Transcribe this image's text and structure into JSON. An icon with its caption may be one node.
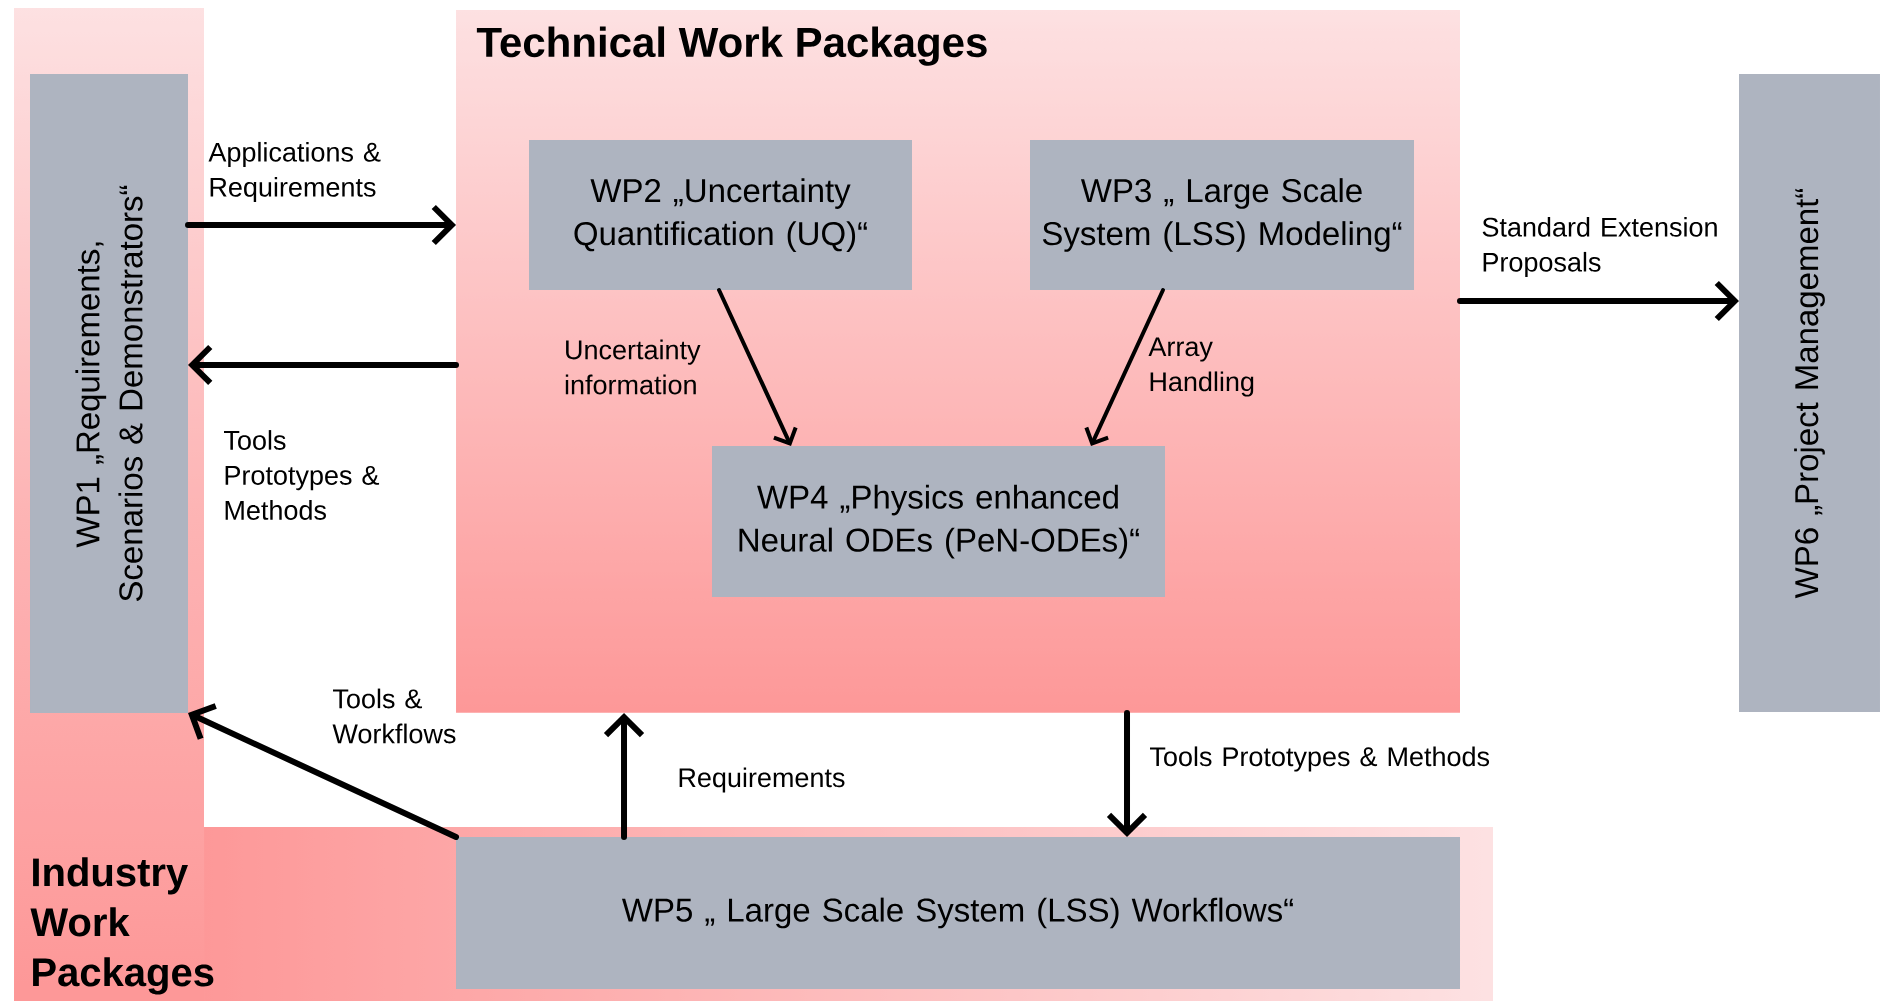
{
  "diagram": {
    "nodes": [
      {
        "text": [
          "Industry Work Packages"
        ]
      },
      {
        "text": [
          "Technical Work Packages"
        ]
      },
      {
        "text": [
          "WP1 „Requirements, Scenarios & Demonstrators“"
        ],
        "in": 0
      },
      {
        "text": [
          "WP2 „Uncertainty Quantification (UQ)“"
        ],
        "in": 1
      },
      {
        "text": [
          "WP3 „ Large Scale System (LSS) Modeling“"
        ],
        "in": 1
      },
      {
        "text": [
          "WP4 „Physics enhanced Neural ODEs (PeN-ODEs)“"
        ],
        "in": 1
      },
      {
        "text": [
          "WP5 „ Large Scale System (LSS) Workflows“"
        ],
        "in": 0
      },
      {
        "text": [
          "WP6 „Project Management“"
        ]
      }
    ],
    "edges": [
      {
        "from": 2,
        "to": 1,
        "arrow": "to",
        "label": "Applications & Requirements"
      },
      {
        "from": 1,
        "to": 2,
        "arrow": "to",
        "label": "Tools Prototypes & Methods"
      },
      {
        "from": 3,
        "to": 5,
        "arrow": "to",
        "label": "Uncertainty information"
      },
      {
        "from": 4,
        "to": 5,
        "arrow": "to",
        "label": "Array Handling"
      },
      {
        "from": 1,
        "to": 7,
        "arrow": "to",
        "label": "Standard Extension Proposals"
      },
      {
        "from": 6,
        "to": 2,
        "arrow": "to",
        "label": "Tools & Workflows"
      },
      {
        "from": 6,
        "to": 1,
        "arrow": "to",
        "label": "Requirements"
      },
      {
        "from": 1,
        "to": 6,
        "arrow": "to",
        "label": "Tools Prototypes & Methods"
      }
    ]
  }
}
